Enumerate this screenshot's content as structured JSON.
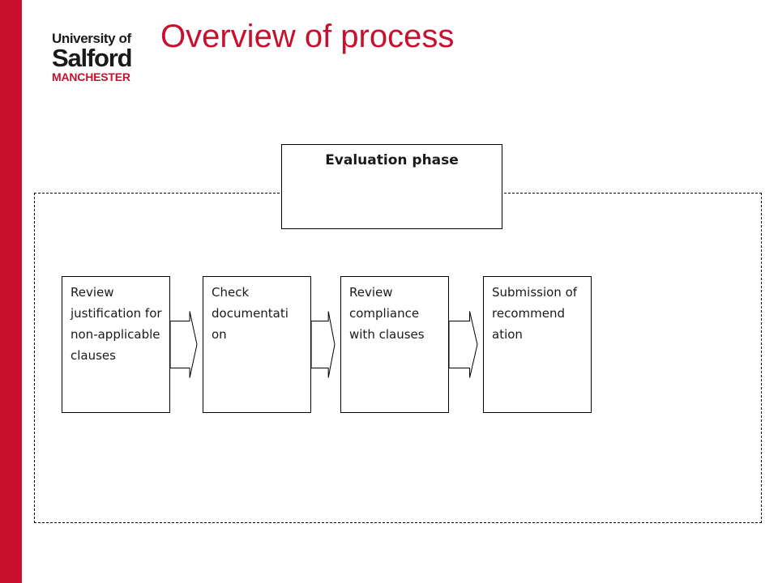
{
  "colors": {
    "brand": "#c8102e",
    "text": "#1a1a1a",
    "line": "#000000"
  },
  "logo": {
    "line1": "University of",
    "line2": "Salford",
    "line3": "MANCHESTER"
  },
  "slide": {
    "title": "Overview of process"
  },
  "diagram": {
    "phase_label": "Evaluation phase",
    "steps": [
      {
        "label": "Review justification for non-applicable clauses"
      },
      {
        "label": "Check documentati on"
      },
      {
        "label": "Review compliance with clauses"
      },
      {
        "label": "Submission of recommend ation"
      }
    ],
    "arrows": [
      {
        "from": 0,
        "to": 1
      },
      {
        "from": 1,
        "to": 2
      },
      {
        "from": 2,
        "to": 3
      }
    ]
  }
}
